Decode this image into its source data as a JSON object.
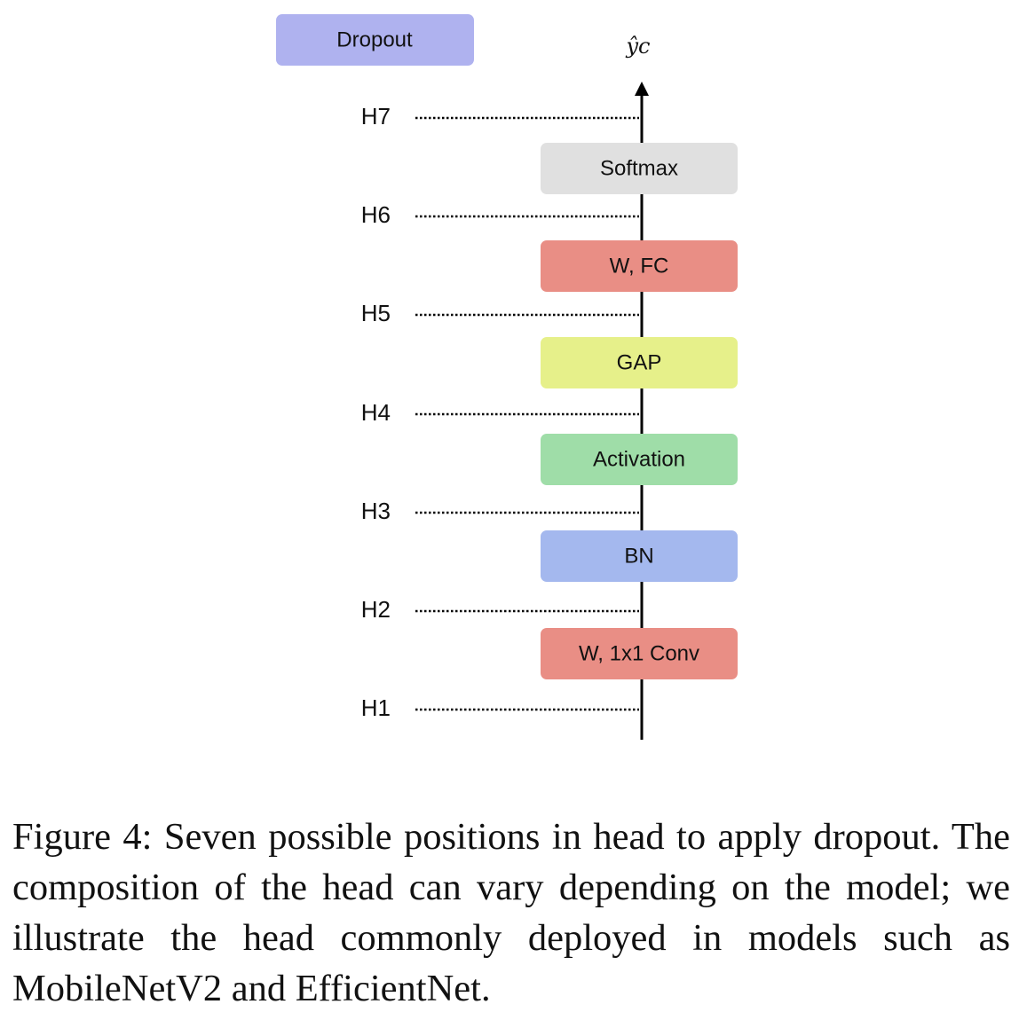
{
  "dropout_label": "Dropout",
  "output_label": "ŷc",
  "positions": [
    "H7",
    "H6",
    "H5",
    "H4",
    "H3",
    "H2",
    "H1"
  ],
  "layers": [
    {
      "label": "Softmax",
      "color": "#e0e0e0"
    },
    {
      "label": "W, FC",
      "color": "#e98e85"
    },
    {
      "label": "GAP",
      "color": "#e6f08a"
    },
    {
      "label": "Activation",
      "color": "#9fdda8"
    },
    {
      "label": "BN",
      "color": "#a4b8ee"
    },
    {
      "label": "W, 1x1 Conv",
      "color": "#e98e85"
    }
  ],
  "dropout_color": "#afb2ef",
  "caption": "Figure 4: Seven possible positions in head to apply dropout. The composition of the head can vary depending on the model; we illustrate the head commonly deployed in models such as MobileNetV2 and EfficientNet."
}
